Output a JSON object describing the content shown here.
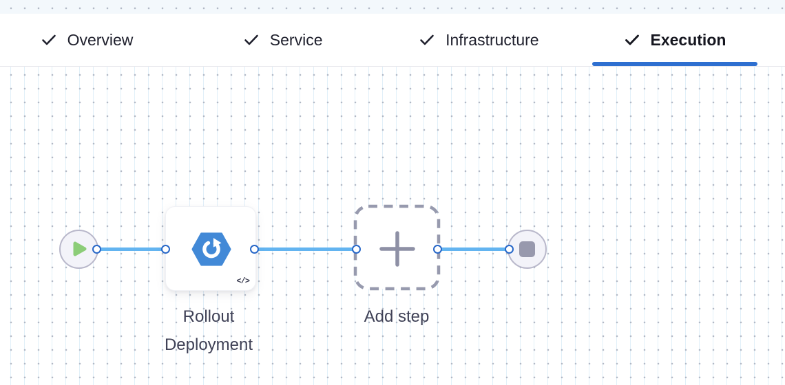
{
  "tabs": [
    {
      "label": "Overview",
      "completed": true,
      "active": false
    },
    {
      "label": "Service",
      "completed": true,
      "active": false
    },
    {
      "label": "Infrastructure",
      "completed": true,
      "active": false
    },
    {
      "label": "Execution",
      "completed": true,
      "active": true
    }
  ],
  "canvas": {
    "nodes": {
      "start": {
        "type": "start",
        "icon": "play-icon"
      },
      "step": {
        "label": "Rollout Deployment",
        "icon": "k8s-rollout-hexagon-icon",
        "code_icon": "</>"
      },
      "add_step": {
        "label": "Add step",
        "icon": "plus-icon"
      },
      "end": {
        "type": "stop",
        "icon": "stop-icon"
      }
    },
    "edges": 3,
    "ports": 6
  },
  "colors": {
    "active_tab_underline": "#2e6fd0",
    "edge_blue": "#63b4f0",
    "port_ring_blue": "#2767c8",
    "hexagon_blue": "#4289d7",
    "play_green": "#8ccd78",
    "stop_gray": "#9899ad",
    "grid_dot": "#b2b9c6",
    "label_text": "#3f4156",
    "tab_text": "#1e1f2c"
  }
}
